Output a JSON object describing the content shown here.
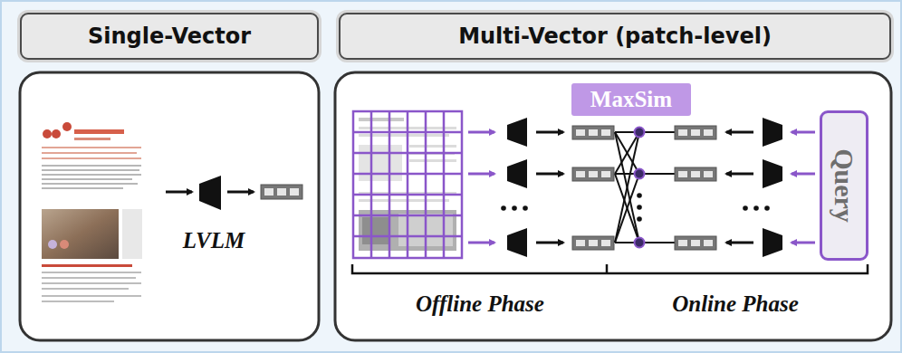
{
  "diagram": {
    "nodes": [
      {
        "text": [
          "Single-Vector"
        ]
      },
      {
        "text": [
          "Multi-Vector (patch-level)"
        ]
      },
      {
        "text": [
          "MaxSim"
        ]
      },
      {
        "text": [
          "Query"
        ]
      }
    ],
    "labels": [
      "LVLM",
      "Offline Phase",
      "Online Phase"
    ]
  }
}
